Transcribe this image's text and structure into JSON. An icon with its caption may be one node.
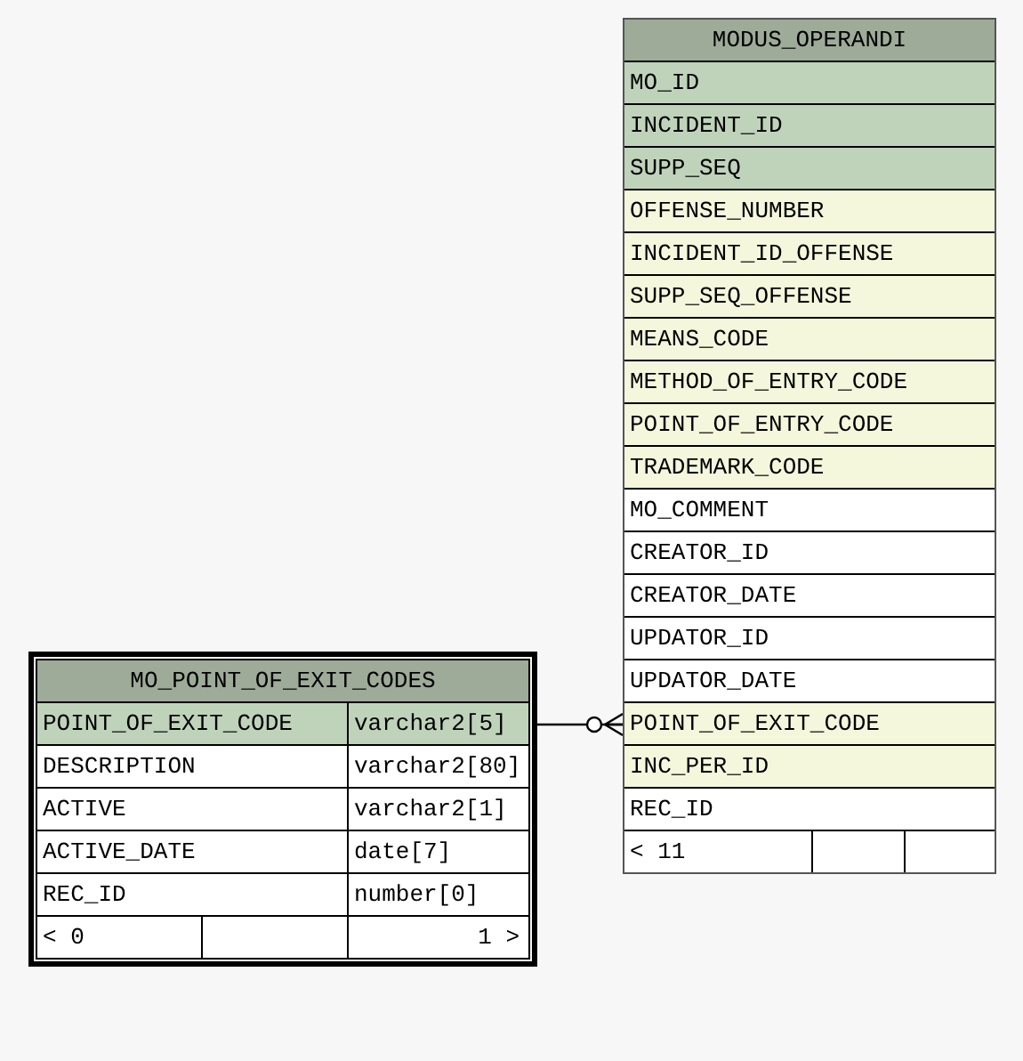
{
  "diagram": {
    "nodes": [
      {
        "text": [
          "MODUS_OPERANDI"
        ]
      },
      {
        "text": [
          "MO_ID"
        ],
        "in": 0
      },
      {
        "text": [
          "INCIDENT_ID"
        ],
        "in": 0
      },
      {
        "text": [
          "SUPP_SEQ"
        ],
        "in": 0
      },
      {
        "text": [
          "OFFENSE_NUMBER"
        ],
        "in": 0
      },
      {
        "text": [
          "INCIDENT_ID_OFFENSE"
        ],
        "in": 0
      },
      {
        "text": [
          "SUPP_SEQ_OFFENSE"
        ],
        "in": 0
      },
      {
        "text": [
          "MEANS_CODE"
        ],
        "in": 0
      },
      {
        "text": [
          "METHOD_OF_ENTRY_CODE"
        ],
        "in": 0
      },
      {
        "text": [
          "POINT_OF_ENTRY_CODE"
        ],
        "in": 0
      },
      {
        "text": [
          "TRADEMARK_CODE"
        ],
        "in": 0
      },
      {
        "text": [
          "MO_COMMENT"
        ],
        "in": 0
      },
      {
        "text": [
          "CREATOR_ID"
        ],
        "in": 0
      },
      {
        "text": [
          "CREATOR_DATE"
        ],
        "in": 0
      },
      {
        "text": [
          "UPDATOR_ID"
        ],
        "in": 0
      },
      {
        "text": [
          "UPDATOR_DATE"
        ],
        "in": 0
      },
      {
        "text": [
          "POINT_OF_EXIT_CODE"
        ],
        "in": 0
      },
      {
        "text": [
          "INC_PER_ID"
        ],
        "in": 0
      },
      {
        "text": [
          "REC_ID"
        ],
        "in": 0
      },
      {
        "text": [
          "< 11"
        ],
        "in": 0
      },
      {
        "text": [
          "MO_POINT_OF_EXIT_CODES"
        ]
      },
      {
        "text": [
          "POINT_OF_EXIT_CODE",
          "varchar2[5]"
        ],
        "in": 20
      },
      {
        "text": [
          "DESCRIPTION",
          "varchar2[80]"
        ],
        "in": 20
      },
      {
        "text": [
          "ACTIVE",
          "varchar2[1]"
        ],
        "in": 20
      },
      {
        "text": [
          "ACTIVE_DATE",
          "date[7]"
        ],
        "in": 20
      },
      {
        "text": [
          "REC_ID",
          "number[0]"
        ],
        "in": 20
      },
      {
        "text": [
          "< 0",
          "1 >"
        ],
        "in": 20
      }
    ],
    "edges": [
      {
        "from": 21,
        "to": 16,
        "arrow": "other"
      }
    ]
  }
}
